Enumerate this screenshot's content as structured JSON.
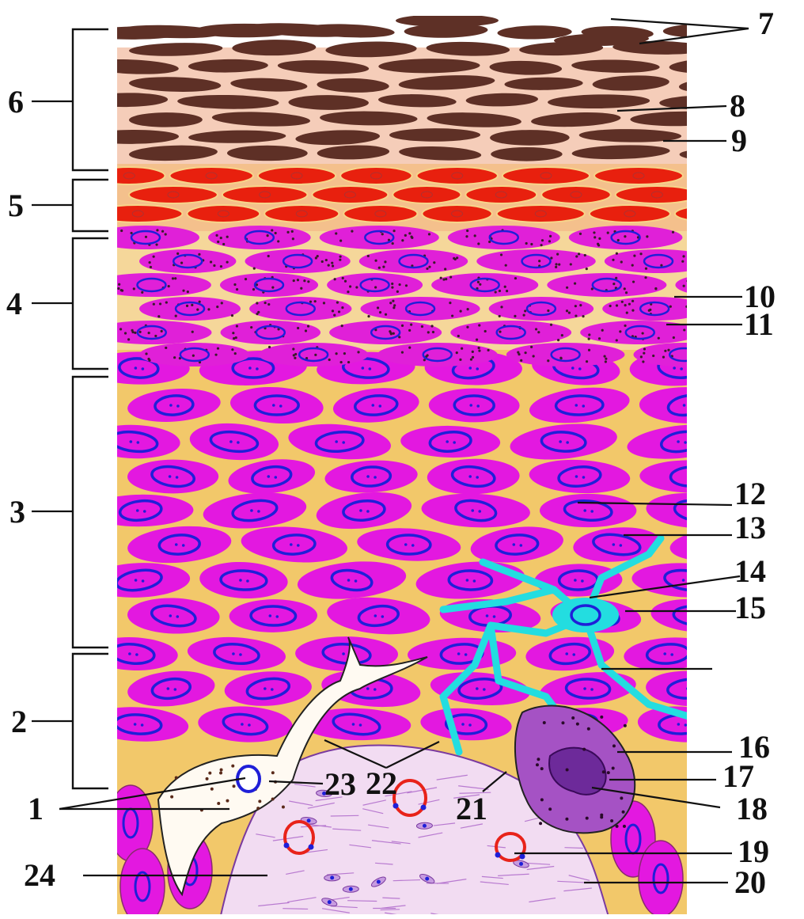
{
  "colors": {
    "corneum": "#5e3026",
    "corneum_bg": "#f5cdb9",
    "lucidum": "#e8200e",
    "granulosum": "#e020d8",
    "spinosum": "#e318e0",
    "membrane": "#f2c86a",
    "nucleus": "#1f1fd8",
    "melanocyte": "#23dde0",
    "mast_cell": "#a552c4",
    "dermis": "#f2dcf2",
    "capillary": "#e8231a"
  },
  "layers": {
    "l1": "1",
    "l2": "2",
    "l3": "3",
    "l4": "4",
    "l5": "5",
    "l6": "6"
  },
  "labels": {
    "n7": "7",
    "n8": "8",
    "n9": "9",
    "n10": "10",
    "n11": "11",
    "n12": "12",
    "n13": "13",
    "n14": "14",
    "n15": "15",
    "n16": "16",
    "n17": "17",
    "n18": "18",
    "n19": "19",
    "n20": "20",
    "n21": "21",
    "n22": "22",
    "n23": "23",
    "n24": "24"
  }
}
